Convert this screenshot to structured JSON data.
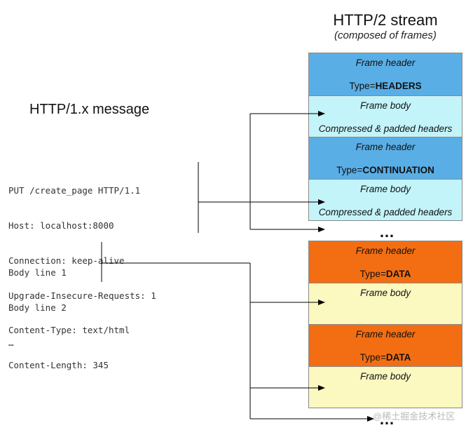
{
  "http2": {
    "title": "HTTP/2 stream",
    "subtitle": "(composed of frames)"
  },
  "http1": {
    "title": "HTTP/1.x message",
    "header_lines": [
      "PUT /create_page HTTP/1.1",
      "Host: localhost:8000",
      "Connection: keep-alive",
      "Upgrade-Insecure-Requests: 1",
      "Content-Type: text/html",
      "Content-Length: 345"
    ],
    "body_lines": [
      "Body line 1",
      "Body line 2",
      "…"
    ]
  },
  "frames": [
    {
      "color": "#5aaee6",
      "line1": "Frame header",
      "type_prefix": "Type=",
      "type_value": "HEADERS"
    },
    {
      "color": "#c3f4fa",
      "line1": "Frame body",
      "line2": "Compressed & padded headers"
    },
    {
      "color": "#5aaee6",
      "line1": "Frame header",
      "type_prefix": "Type=",
      "type_value": "CONTINUATION"
    },
    {
      "color": "#c3f4fa",
      "line1": "Frame body",
      "line2": "Compressed & padded headers"
    },
    {
      "color": "#f36e12",
      "line1": "Frame header",
      "type_prefix": "Type=",
      "type_value": "DATA"
    },
    {
      "color": "#fbf8c0",
      "line1": "Frame body"
    },
    {
      "color": "#f36e12",
      "line1": "Frame header",
      "type_prefix": "Type=",
      "type_value": "DATA"
    },
    {
      "color": "#fbf8c0",
      "line1": "Frame body"
    }
  ],
  "ellipsis": "…",
  "watermark": "@稀土掘金技术社区"
}
